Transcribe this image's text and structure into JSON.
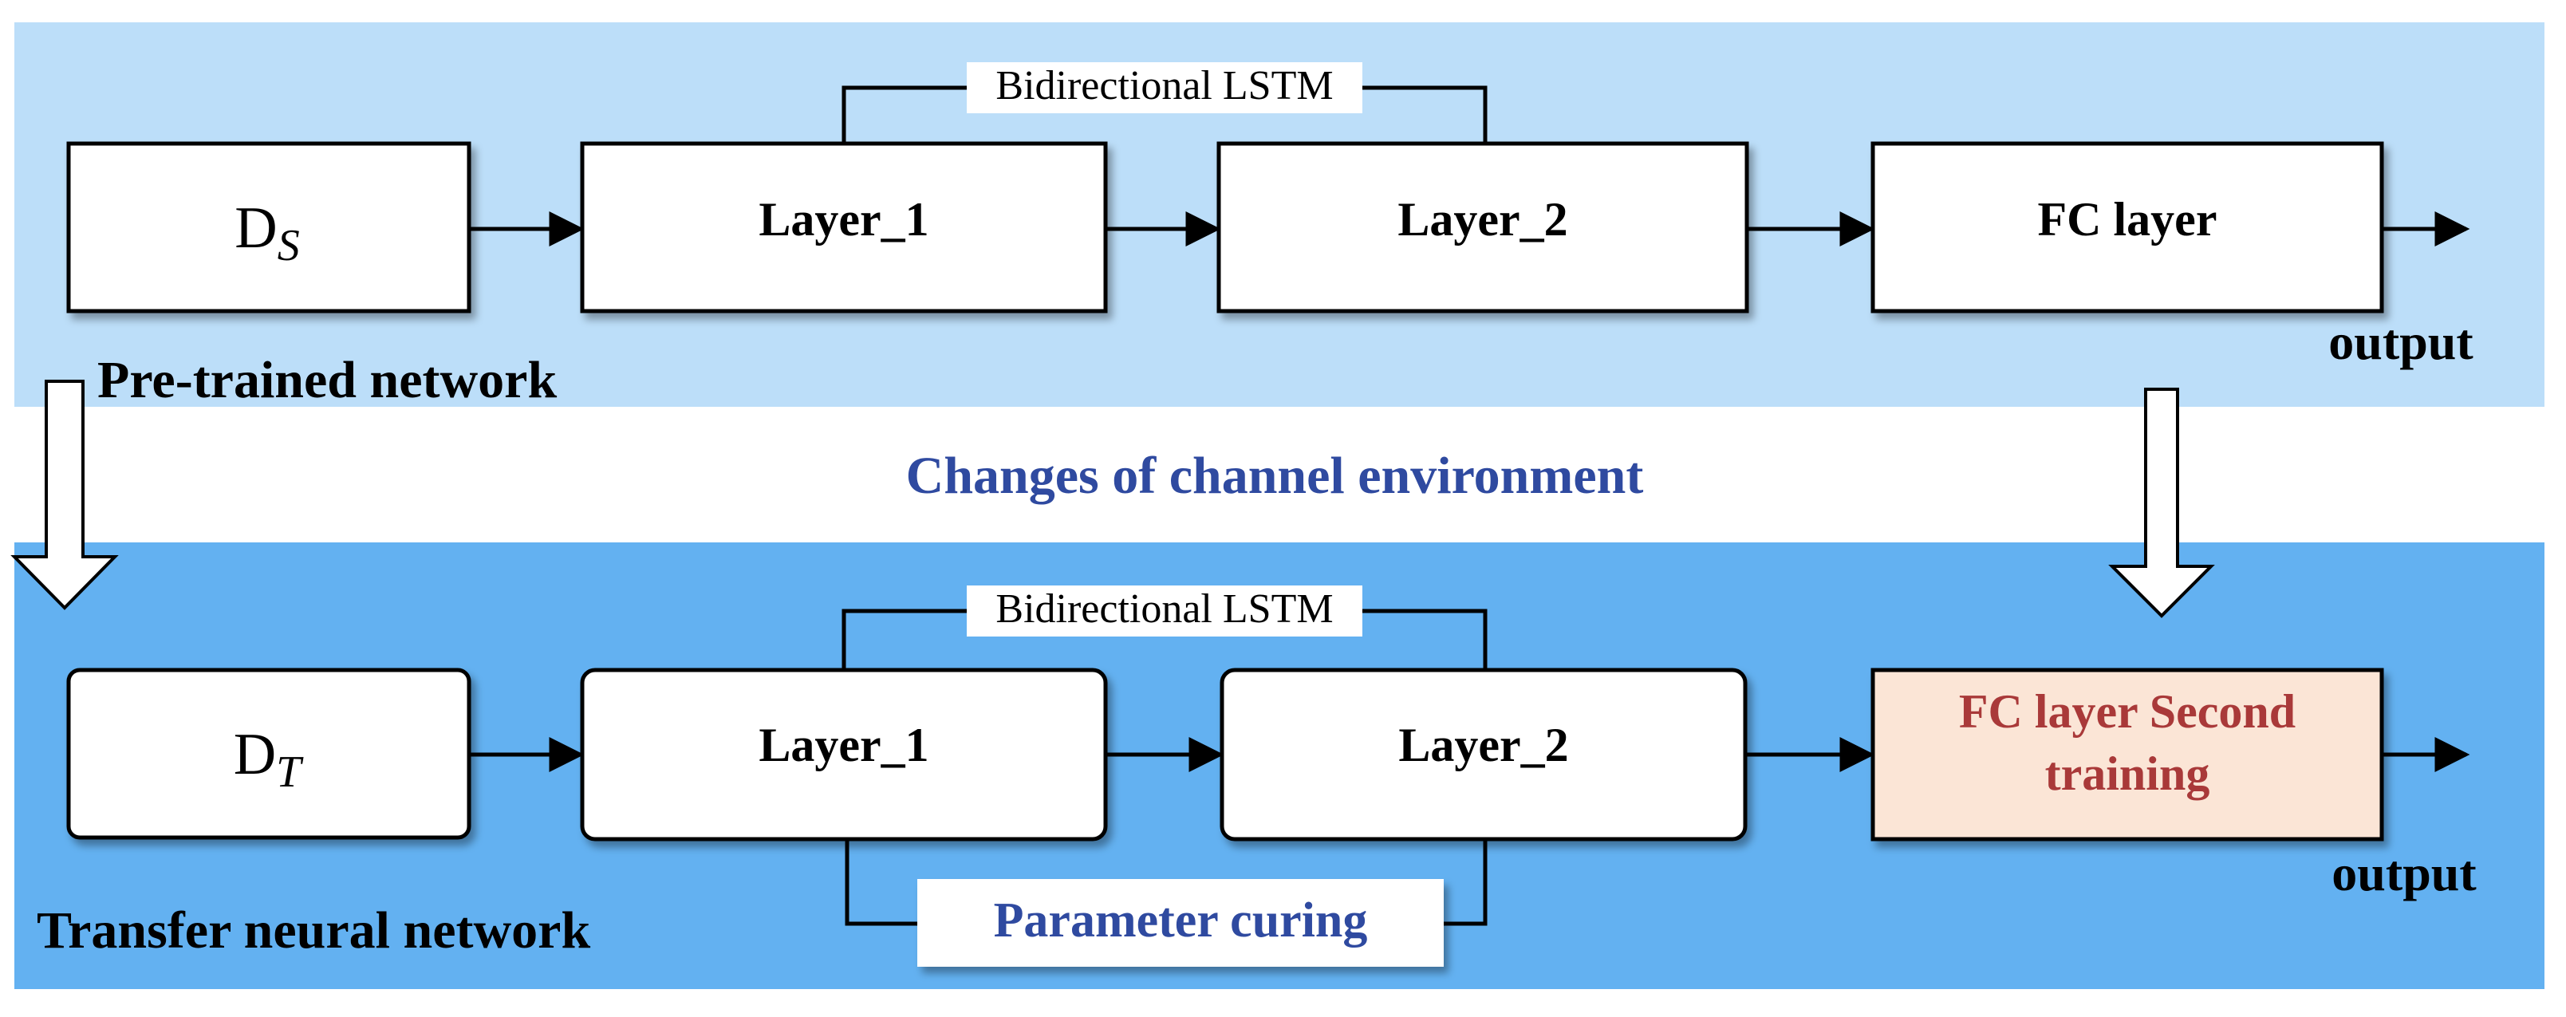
{
  "top_panel": {
    "label": "Pre-trained network",
    "input_box": {
      "main": "D",
      "sub": "S"
    },
    "layer1": "Layer_1",
    "layer2": "Layer_2",
    "bilstm_label": "Bidirectional LSTM",
    "fc_box": "FC layer",
    "output": "output"
  },
  "middle_caption": "Changes of channel environment",
  "bottom_panel": {
    "label": "Transfer neural network",
    "input_box": {
      "main": "D",
      "sub": "T"
    },
    "layer1": "Layer_1",
    "layer2": "Layer_2",
    "bilstm_label": "Bidirectional LSTM",
    "fc_box_line1": "FC layer Second",
    "fc_box_line2": "training",
    "output": "output",
    "curing_label": "Parameter curing"
  },
  "colors": {
    "top_panel_bg": "#bcdef9",
    "bottom_panel_bg": "#63b1f1",
    "caption_blue": "#2f4aa0",
    "fc_second_fill": "#fbe5d6",
    "fc_second_text": "#a93939",
    "stroke": "#000000"
  }
}
